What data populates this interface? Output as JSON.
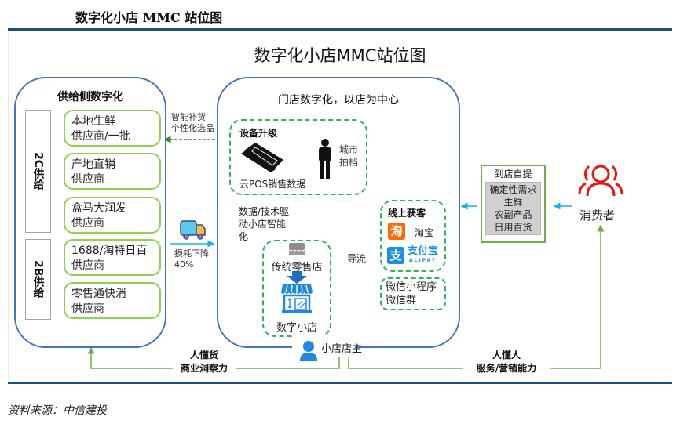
{
  "page_title": "数字化小店 MMC 站位图",
  "diagram_title": "数字化小店MMC站位图",
  "source": "资料来源：中信建投",
  "supply_side": {
    "title": "供给侧数字化",
    "groups": [
      {
        "label": "2C供给",
        "suppliers": [
          {
            "line1": "本地生鲜",
            "line2": "供应商/一批"
          },
          {
            "line1": "产地直销",
            "line2": "供应商"
          },
          {
            "line1": "盒马大润发",
            "line2": "供应商"
          }
        ]
      },
      {
        "label": "2B供给",
        "suppliers": [
          {
            "line1": "1688/淘特日百",
            "line2": "供应商"
          },
          {
            "line1": "零售通快消",
            "line2": "供应商"
          }
        ]
      }
    ]
  },
  "connectors": {
    "smart_replenish": {
      "line1": "智能补货",
      "line2": "个性化选品"
    },
    "loss_reduction": {
      "line1": "损耗下降",
      "line2": "40%"
    },
    "data_driven": {
      "line1": "数据/技术驱",
      "line2": "动小店智能",
      "line3": "化"
    },
    "traffic": "导流"
  },
  "store_side": {
    "title": "门店数字化，以店为中心",
    "equipment": {
      "title": "设备升级",
      "pos_label": "云POS销售数据",
      "partner": {
        "line1": "城市",
        "line2": "拍档"
      }
    },
    "transform": {
      "from": "传统零售店",
      "to": "数字小店"
    },
    "online": {
      "title": "线上获客",
      "taobao": {
        "icon_text": "淘",
        "label": "淘宝"
      },
      "alipay": {
        "icon_text": "支",
        "label": "支付宝",
        "sub": "ALIPAY"
      }
    },
    "wechat": {
      "line1": "微信小程序",
      "line2": "微信群"
    }
  },
  "owner": "小店店主",
  "pickup": {
    "title": "到店自提",
    "items": [
      "确定性需求",
      "生鲜",
      "农副产品",
      "日用百货"
    ]
  },
  "consumer": "消费者",
  "bottom": {
    "left": {
      "line1": "人懂货",
      "line2": "商业洞察力"
    },
    "right": {
      "line1": "人懂人",
      "line2": "服务/营销能力"
    }
  },
  "colors": {
    "blue_border": "#4472c4",
    "green_dash": "#2fb556",
    "supplier_green": "#92d050",
    "arrow_green": "#70ad47",
    "cyan_arrow": "#17b3e8",
    "consumer_red": "#e8170f",
    "rule": "#1a4f7f"
  }
}
